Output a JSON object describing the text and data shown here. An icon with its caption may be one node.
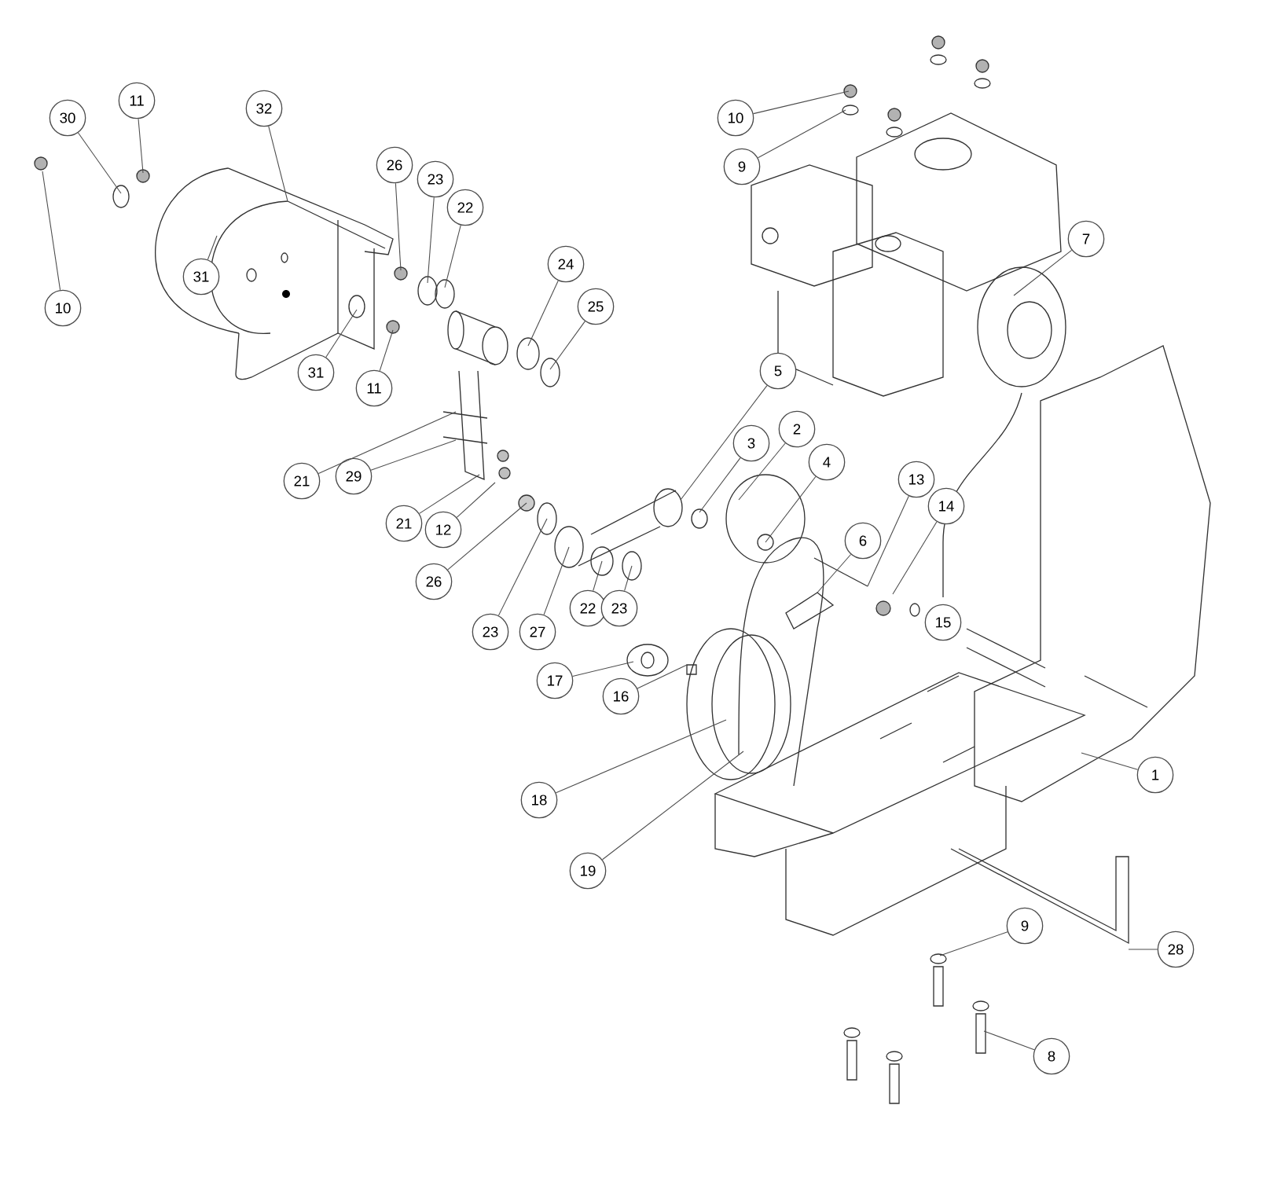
{
  "diagram": {
    "nodes": [
      {
        "text": [
          "11"
        ]
      },
      {
        "text": [
          "32"
        ]
      },
      {
        "text": [
          "30"
        ]
      },
      {
        "text": [
          "10"
        ]
      },
      {
        "text": [
          "26"
        ]
      },
      {
        "text": [
          "9"
        ]
      },
      {
        "text": [
          "23"
        ]
      },
      {
        "text": [
          "22"
        ]
      },
      {
        "text": [
          "7"
        ]
      },
      {
        "text": [
          "24"
        ]
      },
      {
        "text": [
          "31"
        ]
      },
      {
        "text": [
          "10"
        ]
      },
      {
        "text": [
          "25"
        ]
      },
      {
        "text": [
          "5"
        ]
      },
      {
        "text": [
          "31"
        ]
      },
      {
        "text": [
          "11"
        ]
      },
      {
        "text": [
          "2"
        ]
      },
      {
        "text": [
          "3"
        ]
      },
      {
        "text": [
          "4"
        ]
      },
      {
        "text": [
          "29"
        ]
      },
      {
        "text": [
          "13"
        ]
      },
      {
        "text": [
          "21"
        ]
      },
      {
        "text": [
          "14"
        ]
      },
      {
        "text": [
          "21"
        ]
      },
      {
        "text": [
          "12"
        ]
      },
      {
        "text": [
          "6"
        ]
      },
      {
        "text": [
          "26"
        ]
      },
      {
        "text": [
          "22"
        ]
      },
      {
        "text": [
          "23"
        ]
      },
      {
        "text": [
          "15"
        ]
      },
      {
        "text": [
          "23"
        ]
      },
      {
        "text": [
          "27"
        ]
      },
      {
        "text": [
          "17"
        ]
      },
      {
        "text": [
          "16"
        ]
      },
      {
        "text": [
          "1"
        ]
      },
      {
        "text": [
          "18"
        ]
      },
      {
        "text": [
          "19"
        ]
      },
      {
        "text": [
          "9"
        ]
      },
      {
        "text": [
          "28"
        ]
      },
      {
        "text": [
          "8"
        ]
      }
    ],
    "edges": [
      {
        "from": 0,
        "to": null,
        "arrow": "none"
      },
      {
        "from": 1,
        "to": null,
        "arrow": "none"
      },
      {
        "from": 2,
        "to": null,
        "arrow": "none"
      },
      {
        "from": 3,
        "to": null,
        "arrow": "none"
      },
      {
        "from": 4,
        "to": null,
        "arrow": "none"
      },
      {
        "from": 5,
        "to": null,
        "arrow": "none"
      },
      {
        "from": 6,
        "to": null,
        "arrow": "none"
      },
      {
        "from": 7,
        "to": null,
        "arrow": "none"
      },
      {
        "from": 8,
        "to": null,
        "arrow": "none"
      },
      {
        "from": 9,
        "to": null,
        "arrow": "none"
      },
      {
        "from": 10,
        "to": null,
        "arrow": "none"
      },
      {
        "from": 11,
        "to": null,
        "arrow": "none"
      },
      {
        "from": 12,
        "to": null,
        "arrow": "none"
      },
      {
        "from": 13,
        "to": null,
        "arrow": "none"
      },
      {
        "from": 14,
        "to": null,
        "arrow": "none"
      },
      {
        "from": 15,
        "to": null,
        "arrow": "none"
      },
      {
        "from": 16,
        "to": null,
        "arrow": "none"
      },
      {
        "from": 17,
        "to": null,
        "arrow": "none"
      },
      {
        "from": 18,
        "to": null,
        "arrow": "none"
      },
      {
        "from": 19,
        "to": null,
        "arrow": "none"
      },
      {
        "from": 20,
        "to": null,
        "arrow": "none"
      },
      {
        "from": 21,
        "to": null,
        "arrow": "none"
      },
      {
        "from": 22,
        "to": null,
        "arrow": "none"
      },
      {
        "from": 23,
        "to": null,
        "arrow": "none"
      },
      {
        "from": 24,
        "to": null,
        "arrow": "none"
      },
      {
        "from": 25,
        "to": null,
        "arrow": "none"
      },
      {
        "from": 26,
        "to": null,
        "arrow": "none"
      },
      {
        "from": 27,
        "to": null,
        "arrow": "none"
      },
      {
        "from": 28,
        "to": null,
        "arrow": "none"
      },
      {
        "from": 30,
        "to": null,
        "arrow": "none"
      },
      {
        "from": 31,
        "to": null,
        "arrow": "none"
      },
      {
        "from": 32,
        "to": null,
        "arrow": "none"
      },
      {
        "from": 33,
        "to": null,
        "arrow": "none"
      },
      {
        "from": 34,
        "to": null,
        "arrow": "none"
      },
      {
        "from": 35,
        "to": null,
        "arrow": "none"
      },
      {
        "from": 36,
        "to": null,
        "arrow": "none"
      },
      {
        "from": 37,
        "to": null,
        "arrow": "none"
      },
      {
        "from": 38,
        "to": null,
        "arrow": "none"
      },
      {
        "from": 39,
        "to": null,
        "arrow": "none"
      }
    ]
  }
}
